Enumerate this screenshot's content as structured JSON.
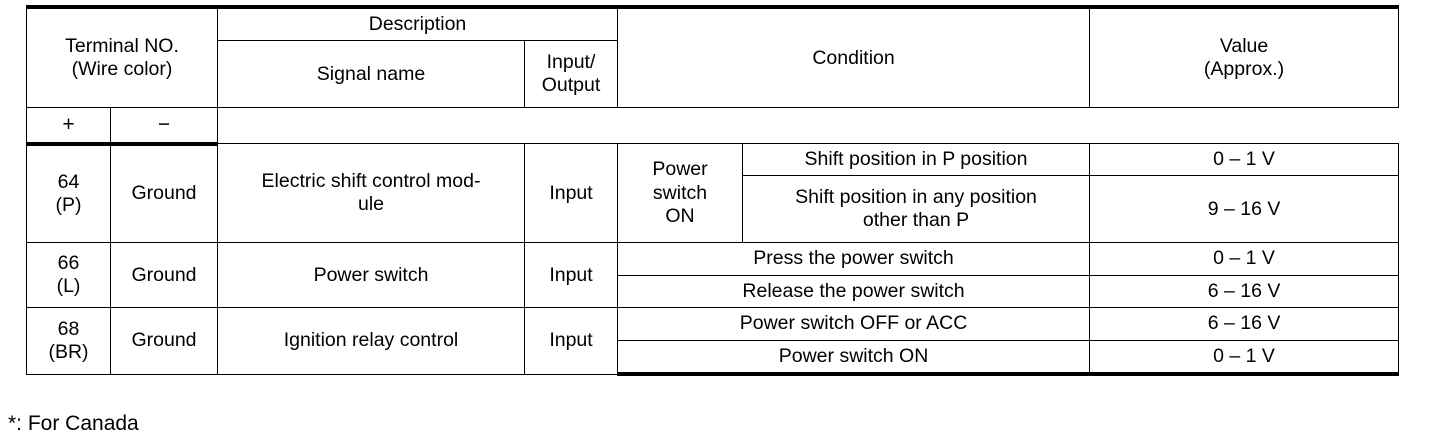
{
  "table": {
    "headers": {
      "terminal_no": "Terminal NO.",
      "wire_color": "(Wire color)",
      "plus": "+",
      "minus": "−",
      "description": "Description",
      "signal_name": "Signal name",
      "input_output_line1": "Input/",
      "input_output_line2": "Output",
      "condition": "Condition",
      "value_line1": "Value",
      "value_line2": "(Approx.)"
    },
    "rows": [
      {
        "terminal_number": "64",
        "terminal_wire_color": "(P)",
        "ground": "Ground",
        "signal_name": "Electric shift control mod-\nule",
        "input_output": "Input",
        "condition_group": "Power\nswitch\nON",
        "sub_rows": [
          {
            "condition": "Shift position in P position",
            "value": "0 – 1 V"
          },
          {
            "condition": "Shift position in any position\nother than P",
            "value": "9 – 16 V"
          }
        ]
      },
      {
        "terminal_number": "66",
        "terminal_wire_color": "(L)",
        "ground": "Ground",
        "signal_name": "Power switch",
        "input_output": "Input",
        "condition_group": null,
        "sub_rows": [
          {
            "condition": "Press the power switch",
            "value": "0 – 1 V"
          },
          {
            "condition": "Release the power switch",
            "value": "6 – 16 V"
          }
        ]
      },
      {
        "terminal_number": "68",
        "terminal_wire_color": "(BR)",
        "ground": "Ground",
        "signal_name": "Ignition relay control",
        "input_output": "Input",
        "condition_group": null,
        "sub_rows": [
          {
            "condition": "Power switch OFF or ACC",
            "value": "6 – 16 V"
          },
          {
            "condition": "Power switch ON",
            "value": "0 – 1 V"
          }
        ]
      }
    ]
  },
  "footnote": "*: For Canada"
}
